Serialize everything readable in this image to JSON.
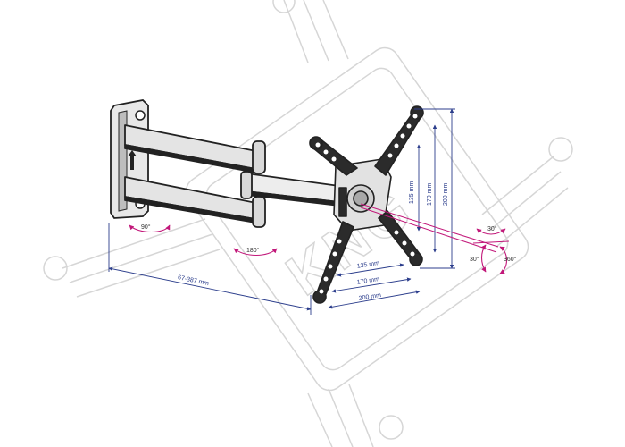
{
  "colors": {
    "dimension_line": "#2c3e8c",
    "rotation_arrow": "#c2187a",
    "bracket_dark": "#2b2b2b",
    "bracket_light": "#e0e0e0",
    "watermark": "#d6d6d6"
  },
  "watermark": {
    "text": "KNG"
  },
  "dimensions": {
    "arm_extension": "67-387 mm",
    "h_135": "135 mm",
    "h_170": "170 mm",
    "h_200": "200 mm",
    "v_135": "135 mm",
    "v_170": "170 mm",
    "v_200": "200 mm"
  },
  "angles": {
    "wall_swivel": "90°",
    "arm_swivel": "180°",
    "tilt_top": "30°",
    "tilt_left": "30°",
    "rotate": "360°"
  },
  "icons": {
    "arrow": "up-arrow-icon",
    "rotation": "rotation-arrow-icon"
  }
}
